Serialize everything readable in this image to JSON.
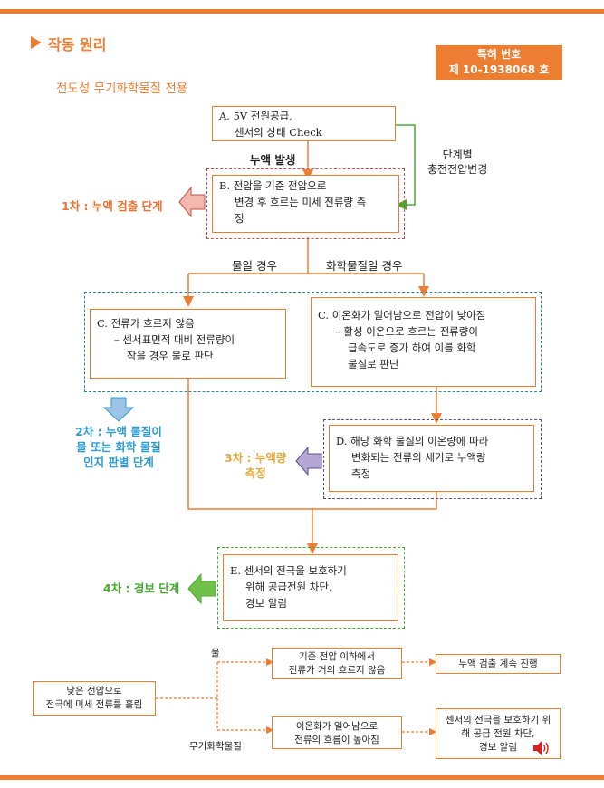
{
  "header": {
    "section_title": "작동 원리",
    "subtitle": "전도성 무기화학물질 전용",
    "patent_label": "특허 번호",
    "patent_number": "제 10-1938068 호"
  },
  "flow": {
    "box_a": {
      "line1": "A.  5V 전원공급,",
      "line2": "센서의 상태 Check"
    },
    "leak_label": "누액 발생",
    "voltage_change_line1": "단계별",
    "voltage_change_line2": "충전전압변경",
    "box_b": {
      "line1": "B.  전압을 기준 전압으로",
      "line2": "변경 후 흐르는 미세 전류량 측",
      "line3": "정"
    },
    "branch_water": "물일 경우",
    "branch_chem": "화학물질일 경우",
    "box_c_left": {
      "line1": "C.  전류가 흐르지 않음",
      "line2": "– 센서표면적 대비 전류량이",
      "line3": "작을 경우 물로 판단"
    },
    "box_c_right": {
      "line1": "C.  이온화가 일어남으로 전압이 낮아짐",
      "line2": "– 활성 이온으로 흐르는 전류량이",
      "line3": "급속도로 증가 하여 이를 화학",
      "line4": "물질로 판단"
    },
    "box_d": {
      "line1": "D.  해당 화학 물질의 이온량에 따라",
      "line2": "변화되는 전류의 세기로 누액량",
      "line3": "측정"
    },
    "box_e": {
      "line1": "E.  센서의 전극을 보호하기",
      "line2": "위해 공급전원 차단,",
      "line3": "경보 알림"
    }
  },
  "stages": {
    "stage1": "1차 : 누액 검출 단계",
    "stage2_line1": "2차 : 누액 물질이",
    "stage2_line2": "물 또는 화학 물질",
    "stage2_line3": "인지 판별 단계",
    "stage3_line1": "3차 : 누액량",
    "stage3_line2": "측정",
    "stage4": "4차 : 경보 단계"
  },
  "summary": {
    "start_line1": "낮은 전압으로",
    "start_line2": "전극에 미세 전류를 흘림",
    "water_label": "물",
    "chem_label": "무기화학물질",
    "water_result_line1": "기준 전압 이하에서",
    "water_result_line2": "전류가 거의 흐르지 않음",
    "water_action": "누액 검출 계속 진행",
    "chem_result_line1": "이온화가 일어남으로",
    "chem_result_line2": "전류의 흐름이 높아짐",
    "chem_action_line1": "센서의 전극을 보호하기 위",
    "chem_action_line2": "해 공급 전원 차단,",
    "chem_action_line3": "경보 알림"
  },
  "colors": {
    "accent": "#ed7d31",
    "stage1": "#e97132",
    "stage2": "#2e9bd5",
    "stage3": "#e3a93b",
    "stage4": "#4aa832",
    "dash_red": "#c0504d",
    "dash_teal": "#31859b",
    "dash_purple": "#5b4d8a",
    "dash_green": "#4aa832"
  },
  "icons": [
    "triangle-right-icon",
    "left-arrow-icon",
    "down-arrow-icon",
    "speaker-icon"
  ]
}
